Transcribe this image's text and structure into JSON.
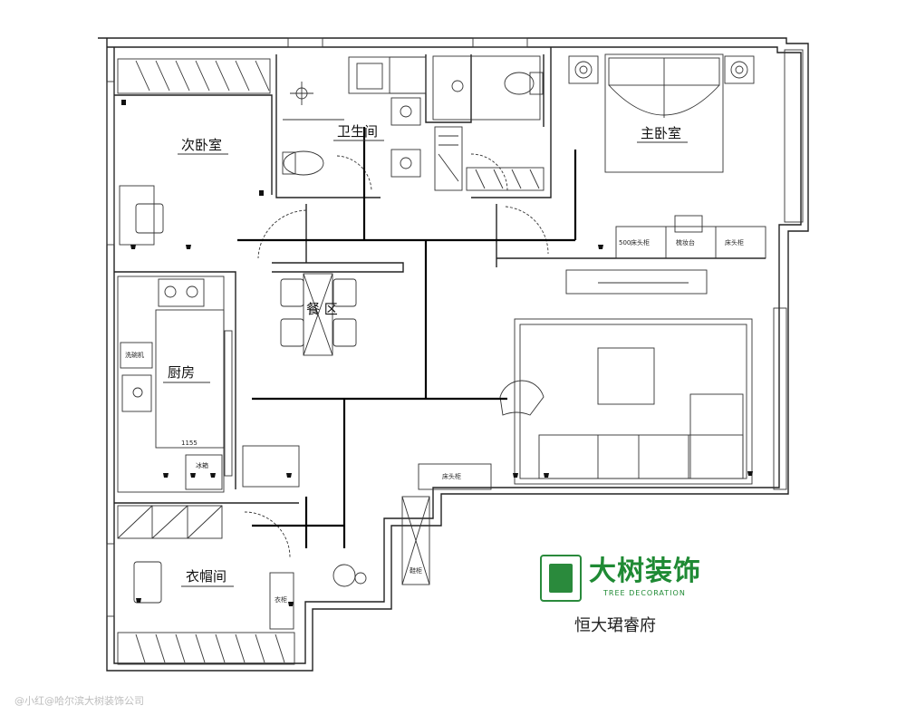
{
  "rooms": {
    "second_bedroom": "次卧室",
    "bathroom": "卫生间",
    "master_bedroom": "主卧室",
    "dining": "餐 区",
    "kitchen": "厨房",
    "cloakroom": "衣帽间"
  },
  "fixtures": {
    "dishwasher": "洗碗机",
    "fridge": "冰箱",
    "kitchen_dim": "1155",
    "vanity": "梳妆台",
    "nightstand": "床头柜",
    "cabinet_500": "500",
    "shoe_cabinet": "鞋柜",
    "closet": "衣柜"
  },
  "brand": {
    "name": "大树装饰",
    "subtitle": "TREE DECORATION",
    "project": "恒大珺睿府"
  },
  "watermark": "@小红@哈尔滨大树装饰公司"
}
